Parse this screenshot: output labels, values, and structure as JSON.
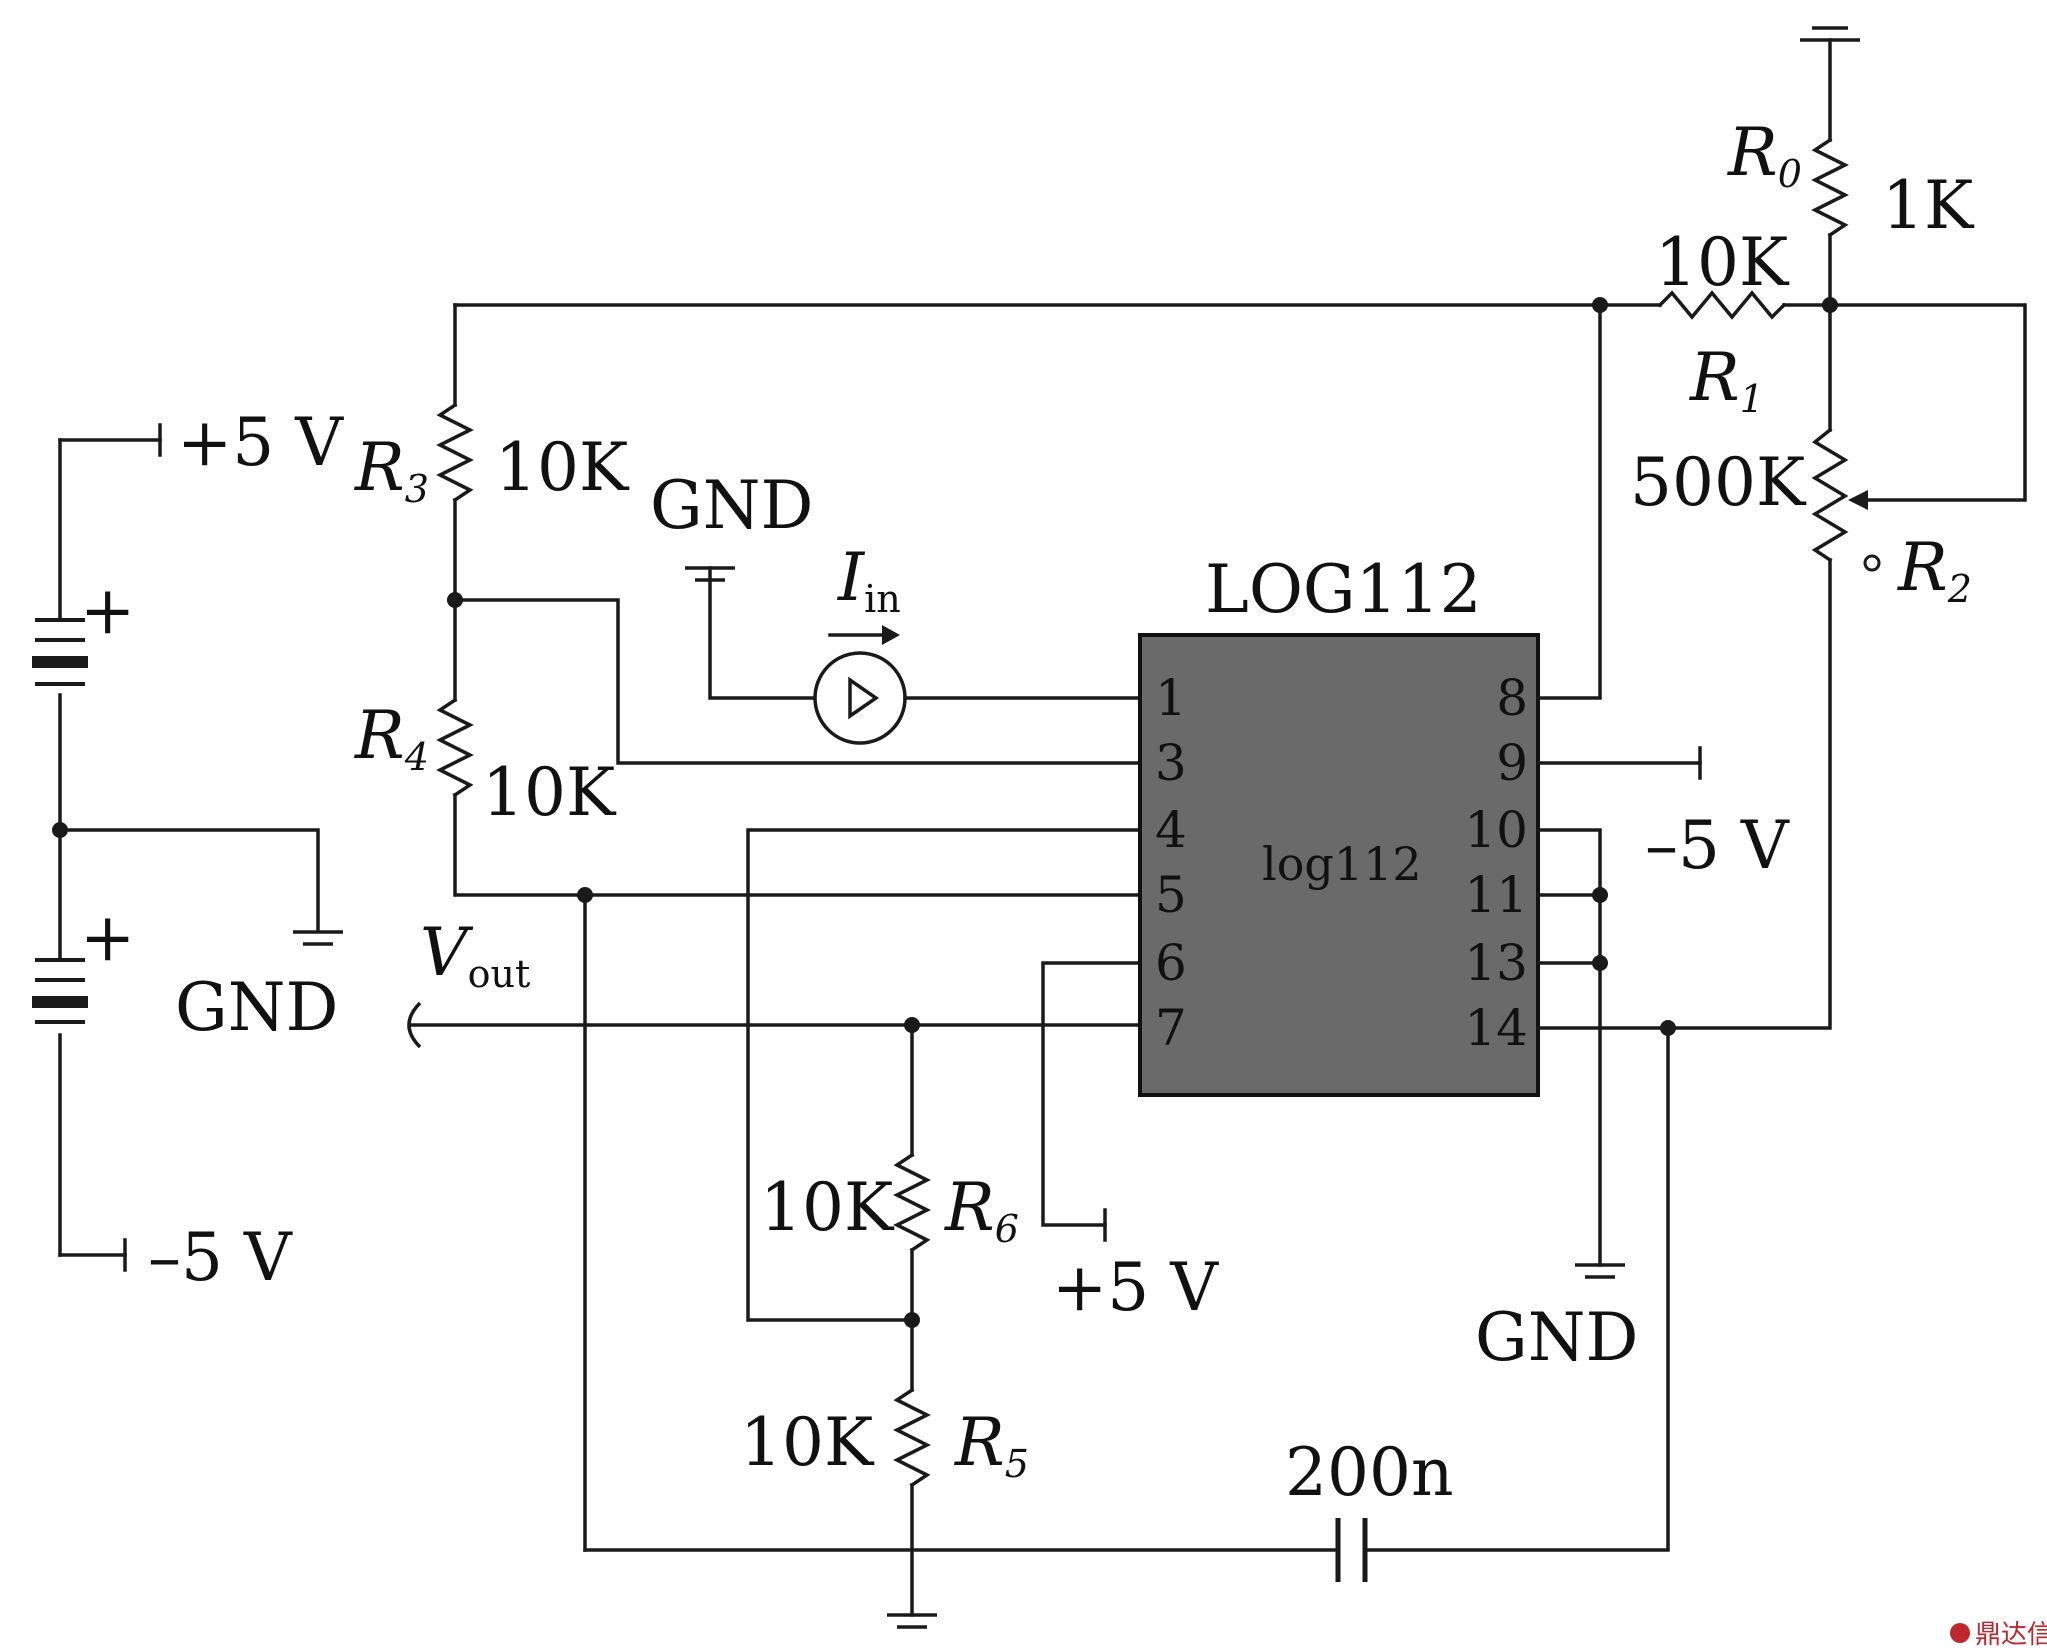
{
  "ic": {
    "title": "LOG112",
    "inner_label": "log112",
    "pins_left": [
      "1",
      "3",
      "4",
      "5",
      "6",
      "7"
    ],
    "pins_right": [
      "8",
      "9",
      "10",
      "11",
      "13",
      "14"
    ]
  },
  "labels": {
    "plus5v_left": "+5 V",
    "minus5v_left": "–5 V",
    "plus_sign": "+",
    "gnd_left": "GND",
    "gnd_top": "GND",
    "gnd_right": "GND",
    "minus5v_right": "–5 V",
    "plus5v_bottom": "+5 V",
    "vout_main": "V",
    "vout_sub": "out",
    "iin_main": "I",
    "iin_sub": "in",
    "cap_value": "200n"
  },
  "resistors": {
    "R0": {
      "main": "R",
      "sub": "0",
      "value": "1K"
    },
    "R1": {
      "main": "R",
      "sub": "1",
      "value": "10K"
    },
    "R2": {
      "main": "R",
      "sub": "2",
      "value": "500K"
    },
    "R3": {
      "main": "R",
      "sub": "3",
      "value": "10K"
    },
    "R4": {
      "main": "R",
      "sub": "4",
      "value": "10K"
    },
    "R5": {
      "main": "R",
      "sub": "5",
      "value": "10K"
    },
    "R6": {
      "main": "R",
      "sub": "6",
      "value": "10K"
    }
  },
  "watermark": {
    "text": "鼎达信"
  }
}
